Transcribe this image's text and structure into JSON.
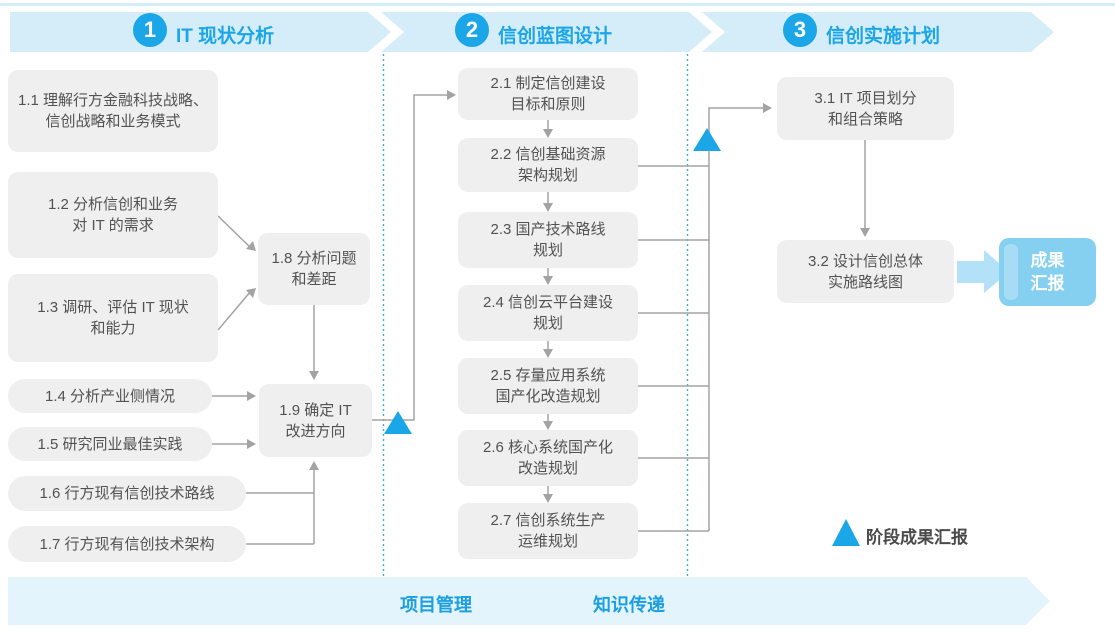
{
  "header": {
    "phases": [
      {
        "number": "1",
        "title": "IT 现状分析"
      },
      {
        "number": "2",
        "title": "信创蓝图设计"
      },
      {
        "number": "3",
        "title": "信创实施计划"
      }
    ]
  },
  "phase1": {
    "box_1_1": {
      "line1": "1.1 理解行方金融科技战略、",
      "line2": "信创战略和业务模式"
    },
    "box_1_2": {
      "line1": "1.2 分析信创和业务",
      "line2": "对 IT 的需求"
    },
    "box_1_3": {
      "line1": "1.3 调研、评估 IT 现状",
      "line2": "和能力"
    },
    "box_1_4": {
      "label": "1.4 分析产业侧情况"
    },
    "box_1_5": {
      "label": "1.5 研究同业最佳实践"
    },
    "box_1_6": {
      "label": "1.6 行方现有信创技术路线"
    },
    "box_1_7": {
      "label": "1.7 行方现有信创技术架构"
    },
    "box_1_8": {
      "line1": "1.8 分析问题",
      "line2": "和差距"
    },
    "box_1_9": {
      "line1": "1.9 确定 IT",
      "line2": "改进方向"
    }
  },
  "phase2": {
    "box_2_1": {
      "line1": "2.1 制定信创建设",
      "line2": "目标和原则"
    },
    "box_2_2": {
      "line1": "2.2 信创基础资源",
      "line2": "架构规划"
    },
    "box_2_3": {
      "line1": "2.3 国产技术路线",
      "line2": "规划"
    },
    "box_2_4": {
      "line1": "2.4 信创云平台建设",
      "line2": "规划"
    },
    "box_2_5": {
      "line1": "2.5 存量应用系统",
      "line2": "国产化改造规划"
    },
    "box_2_6": {
      "line1": "2.6 核心系统国产化",
      "line2": "改造规划"
    },
    "box_2_7": {
      "line1": "2.7 信创系统生产",
      "line2": "运维规划"
    }
  },
  "phase3": {
    "box_3_1": {
      "line1": "3.1 IT 项目划分",
      "line2": "和组合策略"
    },
    "box_3_2": {
      "line1": "3.2 设计信创总体",
      "line2": "实施路线图"
    },
    "result": {
      "line1": "成果",
      "line2": "汇报"
    }
  },
  "footer": {
    "item1": "项目管理",
    "item2": "知识传递"
  },
  "legend": {
    "label": "阶段成果汇报"
  },
  "colors": {
    "accent_blue": "#1BA6E8",
    "banner_fill": "#D5ECF9",
    "footer_fill": "#E4F4FC",
    "box_fill": "#EFEFEF",
    "box_text": "#525252",
    "connector_gray": "#A3A3A3",
    "divider_dotted": "#3FAADC",
    "result_fill": "#85CFF1",
    "result_arrow_fill": "#B3E2F8"
  }
}
